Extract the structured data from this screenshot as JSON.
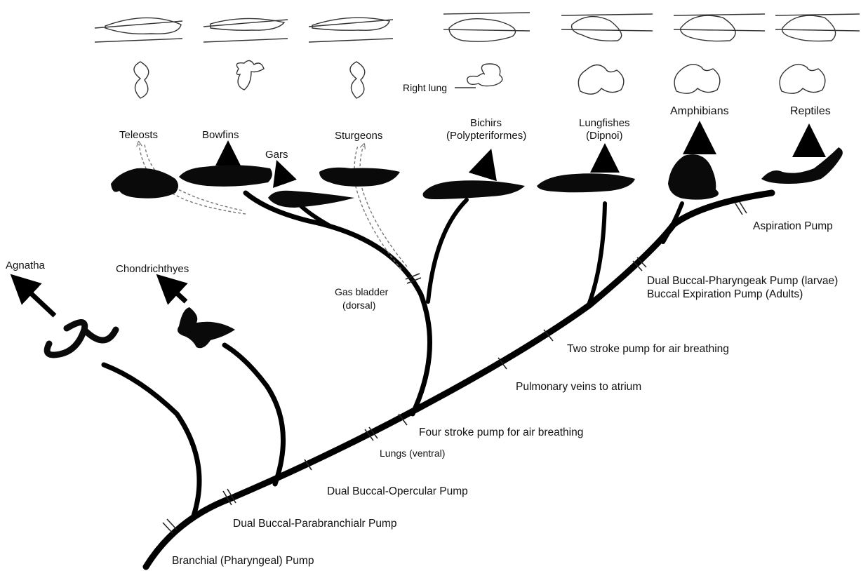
{
  "taxa": {
    "agnatha": "Agnatha",
    "chondrichthyes": "Chondrichthyes",
    "teleosts": "Teleosts",
    "bowfins": "Bowfins",
    "gars": "Gars",
    "sturgeons": "Sturgeons",
    "bichirs_line1": "Bichirs",
    "bichirs_line2": "(Polypteriformes)",
    "lungfishes_line1": "Lungfishes",
    "lungfishes_line2": "(Dipnoi)",
    "amphibians": "Amphibians",
    "reptiles": "Reptiles"
  },
  "traits": {
    "branchial": "Branchial (Pharyngeal) Pump",
    "parabranchial": "Dual Buccal-Parabranchialr Pump",
    "opercular": "Dual Buccal-Opercular Pump",
    "lungs_ventral": "Lungs (ventral)",
    "four_stroke": "Four stroke pump for air breathing",
    "pulmonary": "Pulmonary veins to atrium",
    "two_stroke": "Two stroke pump for air breathing",
    "dual_pharyngeak": "Dual Buccal-Pharyngeak Pump (larvae)",
    "buccal_expiration": "Buccal Expiration Pump (Adults)",
    "aspiration": "Aspiration  Pump",
    "gas_bladder_line1": "Gas bladder",
    "gas_bladder_line2": "(dorsal)"
  },
  "labels": {
    "right_lung": "Right lung"
  }
}
